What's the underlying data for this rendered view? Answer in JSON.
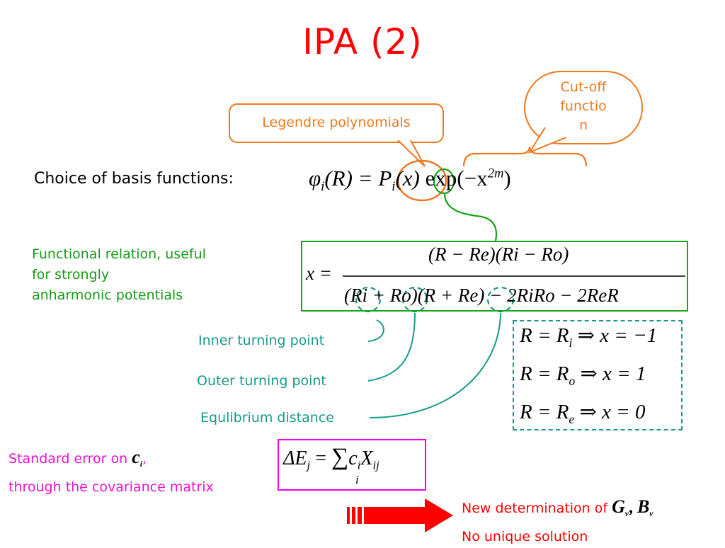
{
  "title": "IPA (2)",
  "callouts": {
    "legendre": "Legendre polynomials",
    "cutoff_lines": [
      "Cut-off",
      "functio",
      "n"
    ]
  },
  "choice_label": "Choice of basis functions:",
  "basis_eq": {
    "phi": "φ",
    "phi_sub": "i",
    "lhs_rest": "(R) = ",
    "P": "P",
    "P_sub": "i",
    "P_arg": "(x)",
    "exp_part": " exp(−x",
    "exp_sup": "2m",
    "close": ")"
  },
  "functional_relation": [
    "Functional relation, useful",
    "for strongly",
    "anharmonic potentials"
  ],
  "x_eq": {
    "lhs": "x =",
    "numerator": "(R − Re)(Ri − Ro)",
    "denominator": "(Ri + Ro)(R + Re) − 2RiRo − 2ReR"
  },
  "turning_labels": {
    "inner": "Inner turning point",
    "outer": "Outer turning point",
    "equilibrium": "Equlibrium distance"
  },
  "cases": [
    {
      "R": "R = R",
      "sub": "i",
      "result": " ⇒ x = −1"
    },
    {
      "R": "R = R",
      "sub": "o",
      "result": " ⇒ x = 1"
    },
    {
      "R": "R = R",
      "sub": "e",
      "result": " ⇒ x = 0"
    }
  ],
  "std_error": {
    "line1_prefix": "Standard error on ",
    "c": "c",
    "c_sub": "i",
    "comma": ",",
    "line2": "through the covariance matrix"
  },
  "delta_eq": {
    "lhs": "ΔE",
    "lhs_sub": "j",
    "eq": " = ",
    "sum": "∑",
    "sum_sub": "i",
    "rhs": "c",
    "rhs_sub1": "i",
    "X": "X",
    "rhs_sub2": "ij"
  },
  "new_determination": {
    "line1_prefix": "New determination of ",
    "G": "G",
    "G_sub": "v",
    "sep": ", ",
    "B": "B",
    "B_sub": "v",
    "line2": "No unique solution"
  },
  "colors": {
    "title": "#ff0000",
    "orange": "#f07820",
    "green": "#17a317",
    "teal": "#179a8a",
    "magenta": "#ee00ee",
    "red": "#ff0000"
  }
}
